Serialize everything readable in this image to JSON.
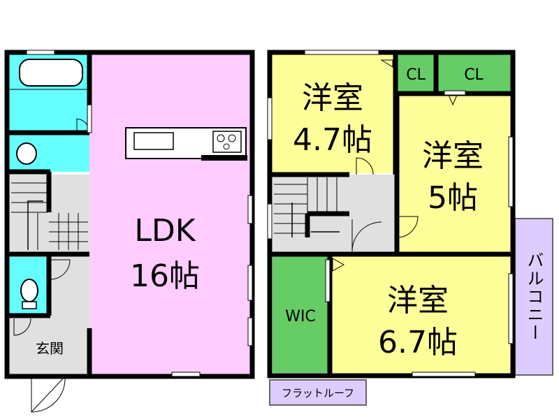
{
  "floor1": {
    "ldk": {
      "name": "LDK",
      "size": "16帖"
    },
    "entrance": {
      "name": "玄関"
    }
  },
  "floor2": {
    "room_a": {
      "name": "洋室",
      "size": "4.7帖"
    },
    "room_b": {
      "name": "洋室",
      "size": "5帖"
    },
    "room_c": {
      "name": "洋室",
      "size": "6.7帖"
    },
    "closet_1": "CL",
    "closet_2": "CL",
    "wic": "WIC",
    "balcony": "バルコニー",
    "flat_roof": "フラットルーフ"
  },
  "colors": {
    "ldk": "#ffccff",
    "bath": "#66ffff",
    "western": "#ffff99",
    "closet": "#66cc66",
    "balcony": "#ddccff",
    "hall": "#e0e0e0",
    "wall": "#000000"
  }
}
